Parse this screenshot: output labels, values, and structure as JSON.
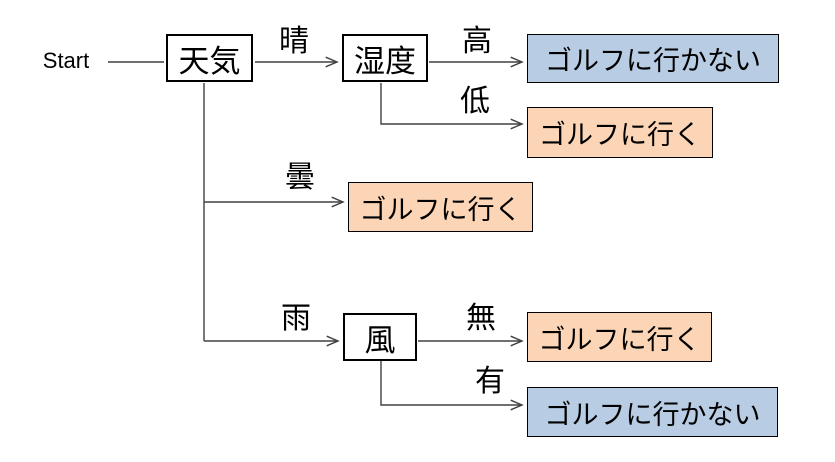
{
  "diagram": {
    "start_label": "Start",
    "nodes": {
      "weather": {
        "label": "天気"
      },
      "humidity": {
        "label": "湿度"
      },
      "wind": {
        "label": "風"
      }
    },
    "branches": {
      "sunny": {
        "label": "晴"
      },
      "high": {
        "label": "高"
      },
      "low": {
        "label": "低"
      },
      "cloudy": {
        "label": "曇"
      },
      "rain": {
        "label": "雨"
      },
      "wind_none": {
        "label": "無"
      },
      "wind_yes": {
        "label": "有"
      }
    },
    "outcomes": {
      "sunny_high": {
        "label": "ゴルフに行かない",
        "fill": "#B8CCE4"
      },
      "sunny_low": {
        "label": "ゴルフに行く",
        "fill": "#FBD5B5"
      },
      "cloudy": {
        "label": "ゴルフに行く",
        "fill": "#FBD5B5"
      },
      "rain_no_wind": {
        "label": "ゴルフに行く",
        "fill": "#FBD5B5"
      },
      "rain_wind": {
        "label": "ゴルフに行かない",
        "fill": "#B8CCE4"
      }
    },
    "edges": [
      {
        "from": "Start",
        "label": "",
        "to": "天気"
      },
      {
        "from": "天気",
        "label": "晴",
        "to": "湿度"
      },
      {
        "from": "湿度",
        "label": "高",
        "to": "ゴルフに行かない"
      },
      {
        "from": "湿度",
        "label": "低",
        "to": "ゴルフに行く"
      },
      {
        "from": "天気",
        "label": "曇",
        "to": "ゴルフに行く"
      },
      {
        "from": "天気",
        "label": "雨",
        "to": "風"
      },
      {
        "from": "風",
        "label": "無",
        "to": "ゴルフに行く"
      },
      {
        "from": "風",
        "label": "有",
        "to": "ゴルフに行かない"
      }
    ],
    "colors": {
      "background": "#FFFFFF",
      "go_fill": "#FBD5B5",
      "no_go_fill": "#B8CCE4",
      "connector": "#404040",
      "node_border": "#000000",
      "text": "#000000"
    }
  }
}
